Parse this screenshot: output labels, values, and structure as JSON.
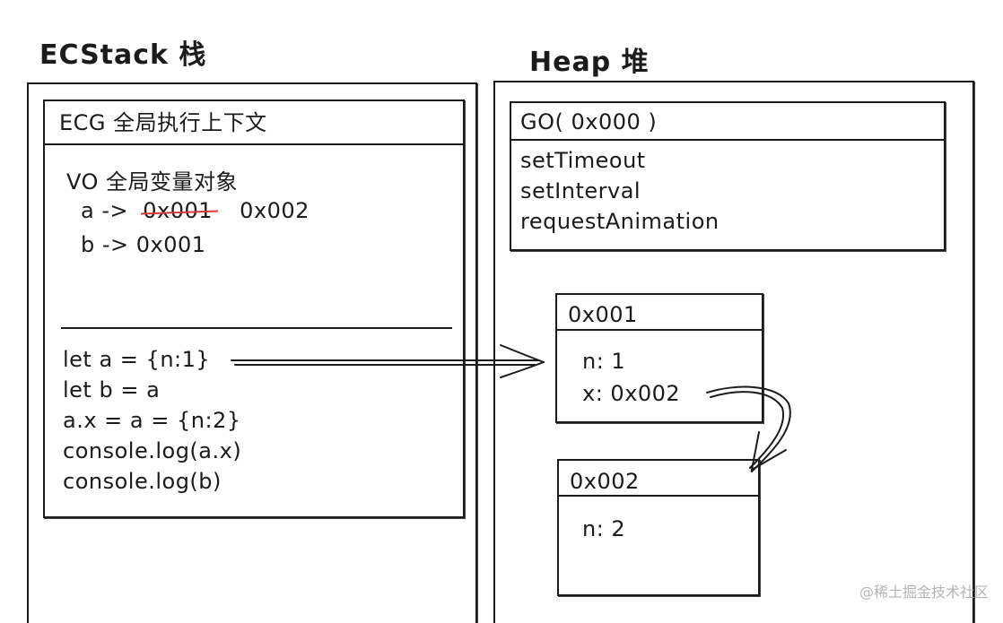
{
  "stack": {
    "title": "ECStack 栈",
    "ecg": {
      "header": "ECG 全局执行上下文",
      "vo_label": "VO 全局变量对象",
      "var_a_prefix": "a ->",
      "var_a_old": "0x001",
      "var_a_new": "0x002",
      "var_b": "b -> 0x001",
      "code": [
        "let a = {n:1}",
        "let b = a",
        "a.x = a = {n:2}",
        "console.log(a.x)",
        "console.log(b)"
      ]
    }
  },
  "heap": {
    "title": "Heap 堆",
    "go": {
      "header": "GO( 0x000 )",
      "items": [
        "setTimeout",
        "setInterval",
        "requestAnimation"
      ]
    },
    "obj1": {
      "header": "0x001",
      "props": [
        "n: 1",
        "x: 0x002"
      ]
    },
    "obj2": {
      "header": "0x002",
      "props": [
        "n: 2"
      ]
    }
  },
  "watermark": "@稀土掘金技术社区",
  "colors": {
    "ink": "#1b1b1b",
    "strike": "#d23b3b",
    "watermark": "#b5b5b5"
  }
}
